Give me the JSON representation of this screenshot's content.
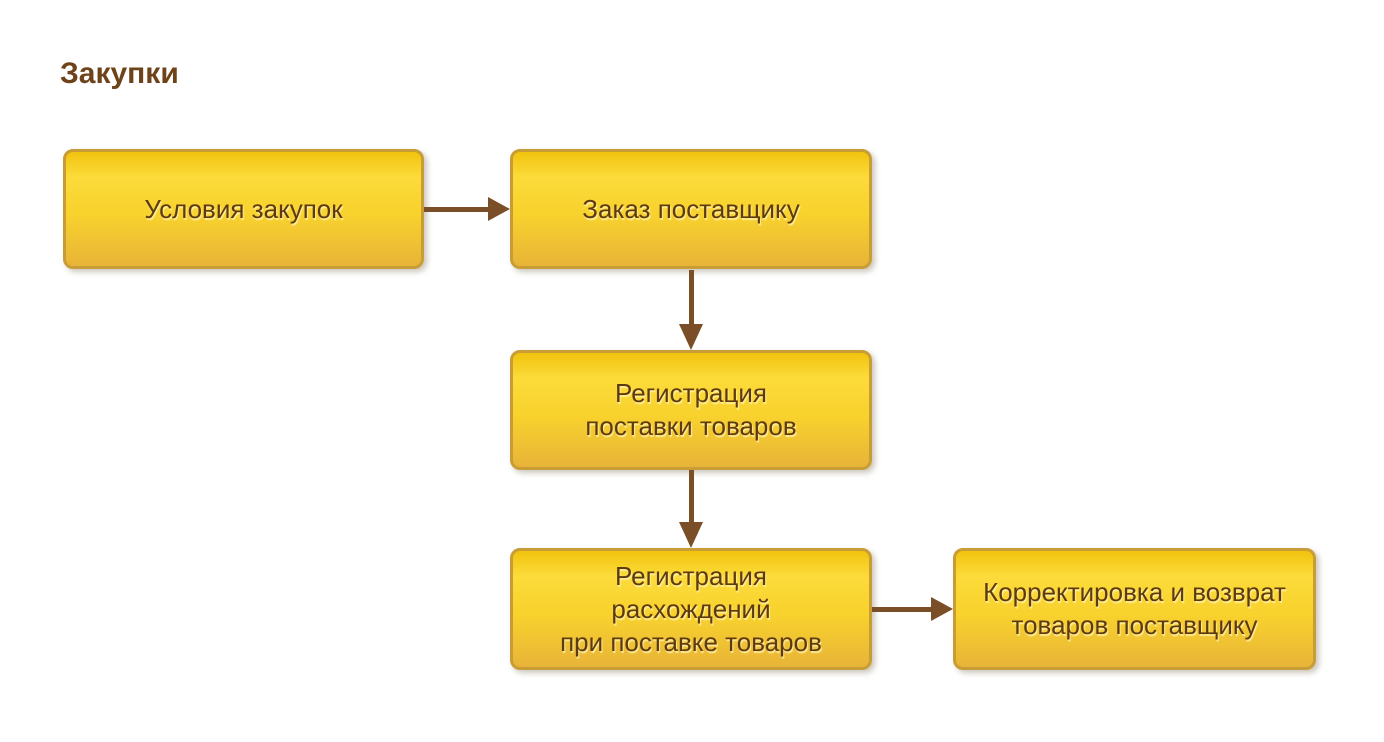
{
  "title": "Закупки",
  "diagram": {
    "nodes": [
      {
        "id": "purchase-conditions",
        "label": "Условия закупок"
      },
      {
        "id": "supplier-order",
        "label": "Заказ поставщику"
      },
      {
        "id": "goods-delivery-registration",
        "label": "Регистрация\nпоставки товаров"
      },
      {
        "id": "delivery-discrepancy-registration",
        "label": "Регистрация\nрасхождений\nпри поставке товаров"
      },
      {
        "id": "correction-and-return-to-supplier",
        "label": "Корректировка и возврат\nтоваров поставщику"
      }
    ],
    "edges": [
      {
        "from": "purchase-conditions",
        "to": "supplier-order",
        "direction": "right"
      },
      {
        "from": "supplier-order",
        "to": "goods-delivery-registration",
        "direction": "down"
      },
      {
        "from": "goods-delivery-registration",
        "to": "delivery-discrepancy-registration",
        "direction": "down"
      },
      {
        "from": "delivery-discrepancy-registration",
        "to": "correction-and-return-to-supplier",
        "direction": "right"
      }
    ]
  },
  "colors": {
    "background": "#ffffff",
    "title_text": "#6e4319",
    "node_text": "#5e3a10",
    "node_border": "#c89c36",
    "node_fill_top": "#f1c30e",
    "node_fill_light": "#fcdb3a",
    "node_fill_bottom": "#e8b438",
    "arrow": "#7a4f28"
  }
}
